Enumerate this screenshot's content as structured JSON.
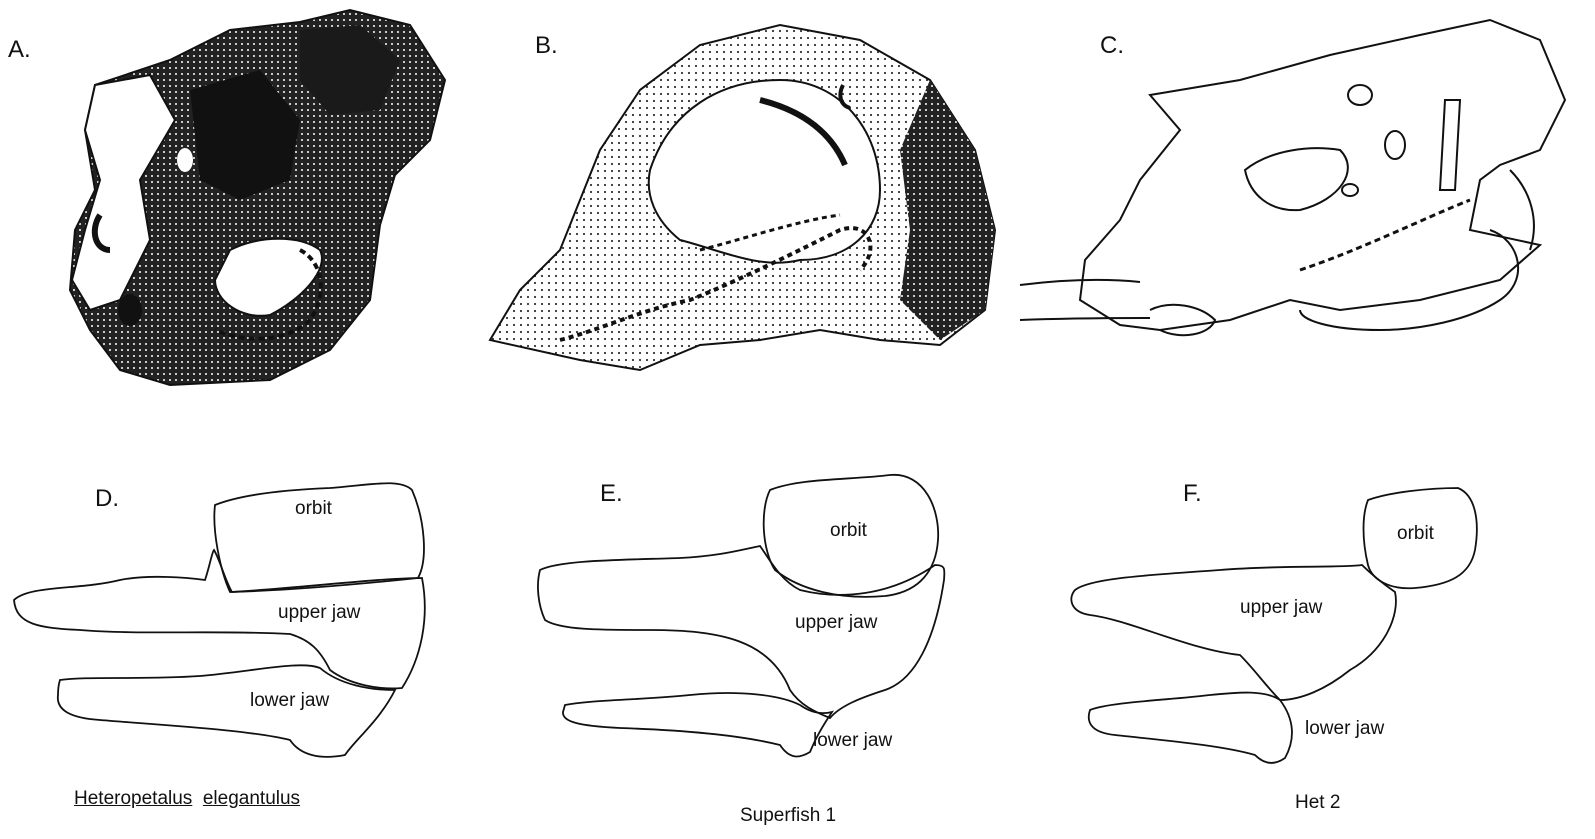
{
  "panels": {
    "a": {
      "letter": "A."
    },
    "b": {
      "letter": "B."
    },
    "c": {
      "letter": "C."
    },
    "d": {
      "letter": "D.",
      "orbit": "orbit",
      "upper_jaw": "upper jaw",
      "lower_jaw": "lower jaw",
      "caption_genus": "Heteropetalus",
      "caption_species": "elegantulus"
    },
    "e": {
      "letter": "E.",
      "orbit": "orbit",
      "upper_jaw": "upper jaw",
      "lower_jaw": "lower jaw",
      "caption": "Superfish 1"
    },
    "f": {
      "letter": "F.",
      "orbit": "orbit",
      "upper_jaw": "upper jaw",
      "lower_jaw": "lower jaw",
      "caption": "Het 2"
    }
  }
}
